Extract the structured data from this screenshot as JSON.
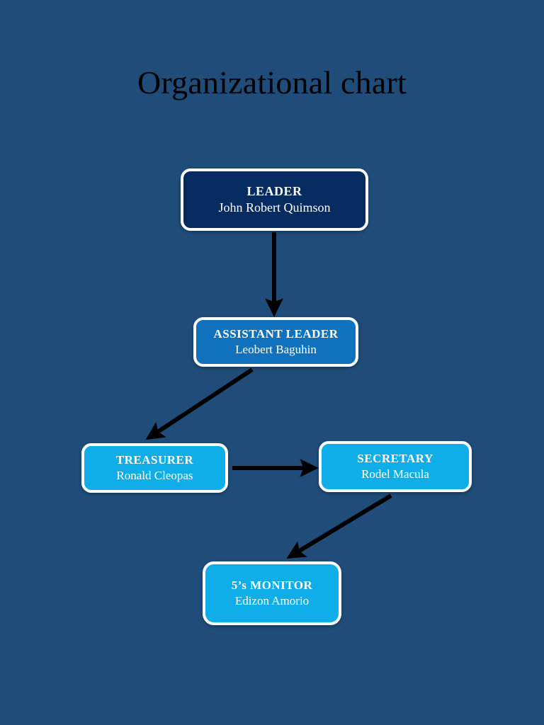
{
  "page": {
    "title": "Organizational chart",
    "background_color": "#1f4c79",
    "title_color": "#000000"
  },
  "chart_data": {
    "type": "diagram",
    "subtype": "organizational-chart",
    "title": "Organizational chart",
    "orientation": "top-down",
    "nodes": [
      {
        "id": "leader",
        "role": "LEADER",
        "person": "John Robert Quimson",
        "level": 1,
        "fill_color": "#052b60",
        "border_color": "#ffffff",
        "text_color": "#ffffff"
      },
      {
        "id": "assistant-leader",
        "role": "ASSISTANT LEADER",
        "person": "Leobert Baguhin",
        "level": 2,
        "fill_color": "#1072bd",
        "border_color": "#ffffff",
        "text_color": "#ffffff"
      },
      {
        "id": "treasurer",
        "role": "TREASURER",
        "person": "Ronald Cleopas",
        "level": 3,
        "fill_color": "#0faee8",
        "border_color": "#ffffff",
        "text_color": "#ffffff"
      },
      {
        "id": "secretary",
        "role": "SECRETARY",
        "person": "Rodel Macula",
        "level": 3,
        "fill_color": "#0faee8",
        "border_color": "#ffffff",
        "text_color": "#ffffff"
      },
      {
        "id": "monitor",
        "role": "5’s MONITOR",
        "person": "Edizon Amorio",
        "level": 4,
        "fill_color": "#0faee8",
        "border_color": "#ffffff",
        "text_color": "#ffffff"
      }
    ],
    "edges": [
      {
        "from": "leader",
        "to": "assistant-leader",
        "style": "straight-arrow",
        "direction": "down",
        "color": "#000000"
      },
      {
        "from": "assistant-leader",
        "to": "treasurer",
        "style": "straight-arrow",
        "direction": "down-left",
        "color": "#000000"
      },
      {
        "from": "treasurer",
        "to": "secretary",
        "style": "straight-arrow",
        "direction": "right",
        "color": "#000000"
      },
      {
        "from": "secretary",
        "to": "monitor",
        "style": "straight-arrow",
        "direction": "down-left",
        "color": "#000000"
      }
    ]
  }
}
